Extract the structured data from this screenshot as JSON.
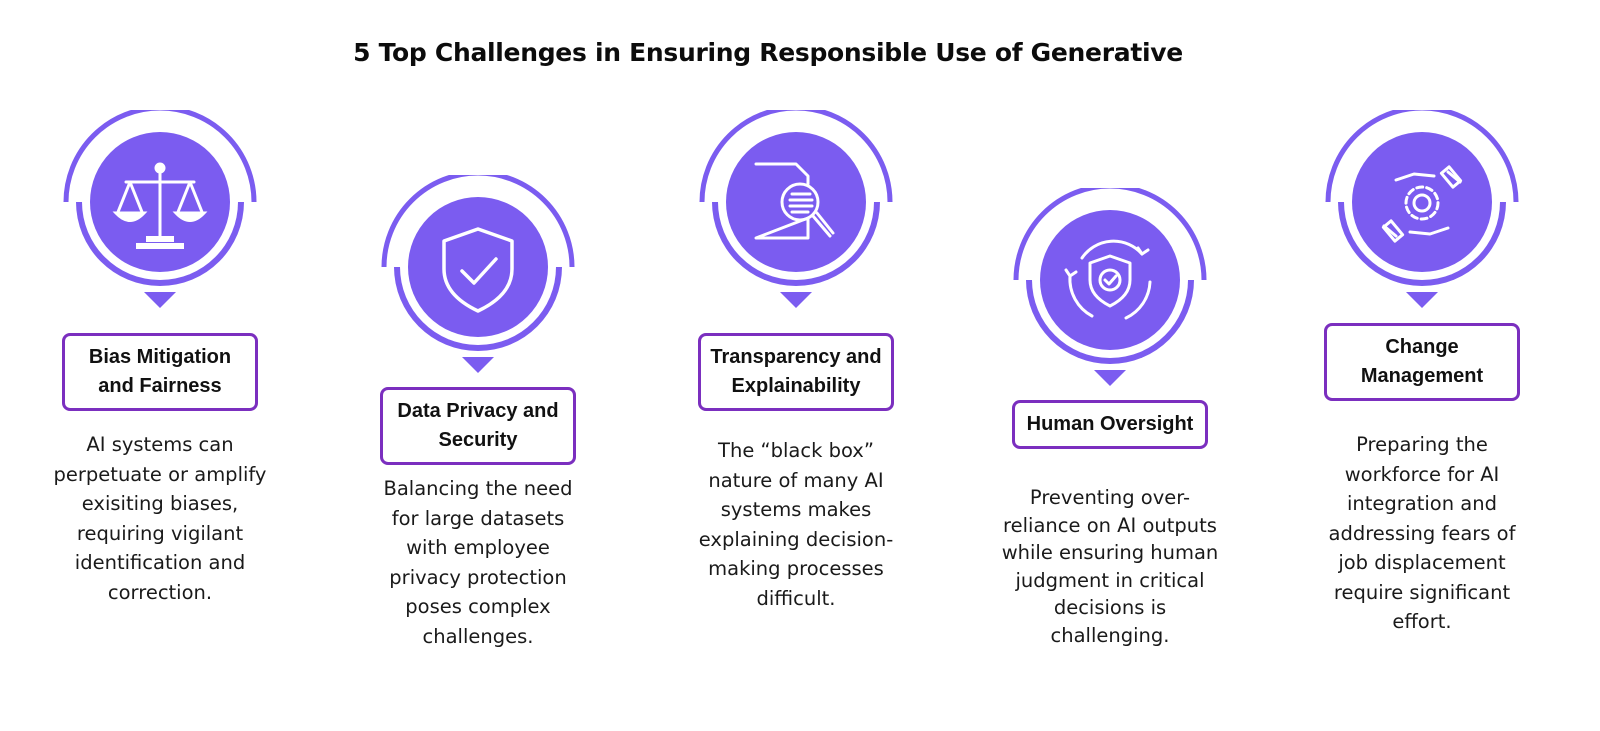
{
  "title": "5 Top Challenges in Ensuring Responsible Use of Generative",
  "colors": {
    "accent": "#7b5cf0",
    "border": "#7b2fbf"
  },
  "challenges": [
    {
      "icon": "scales-icon",
      "title": "Bias Mitigation and Fairness",
      "description": "AI systems can perpetuate or amplify exisiting biases, requiring vigilant identification and correction."
    },
    {
      "icon": "shield-check-icon",
      "title": "Data Privacy and Security",
      "description": "Balancing the need for large datasets with employee privacy protection poses complex challenges."
    },
    {
      "icon": "document-search-icon",
      "title": "Transparency and Explainability",
      "description": "The “black box” nature of many AI systems makes explaining decision-making processes difficult."
    },
    {
      "icon": "shield-refresh-icon",
      "title": "Human Oversight",
      "description": "Preventing over-reliance on AI outputs while ensuring human judgment in critical decisions is challenging."
    },
    {
      "icon": "hands-gear-icon",
      "title": "Change Management",
      "description": "Preparing the workforce for AI integration and addressing fears of job displacement require significant effort."
    }
  ]
}
